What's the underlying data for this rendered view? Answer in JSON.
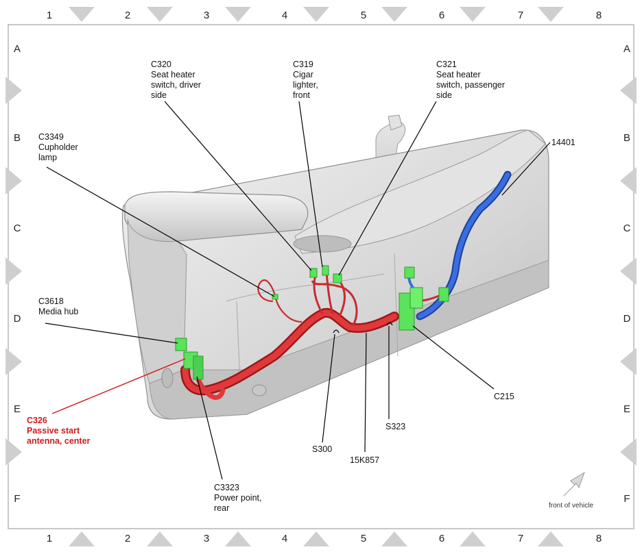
{
  "grid": {
    "columns": [
      "1",
      "2",
      "3",
      "4",
      "5",
      "6",
      "7",
      "8"
    ],
    "rows": [
      "A",
      "B",
      "C",
      "D",
      "E",
      "F"
    ]
  },
  "callouts": {
    "c320": [
      "C320",
      "Seat heater",
      "switch, driver",
      "side"
    ],
    "c319": [
      "C319",
      "Cigar",
      "lighter,",
      "front"
    ],
    "c321": [
      "C321",
      "Seat heater",
      "switch, passenger",
      "side"
    ],
    "c3349": [
      "C3349",
      "Cupholder",
      "lamp"
    ],
    "id14401": [
      "14401"
    ],
    "c3618": [
      "C3618",
      "Media hub"
    ],
    "c326": [
      "C326",
      "Passive start",
      "antenna, center"
    ],
    "c3323": [
      "C3323",
      "Power point,",
      "rear"
    ],
    "s300": [
      "S300"
    ],
    "k857": [
      "15K857"
    ],
    "s323": [
      "S323"
    ],
    "c215": [
      "C215"
    ]
  },
  "orientation": {
    "label": "front of vehicle"
  },
  "colors": {
    "harness_red": "#d8262b",
    "harness_blue": "#2f5fd0",
    "connector_green": "#5be35b",
    "callout_red": "#d11a1a",
    "console_gray": "#d9d9d9",
    "frame_gray": "#c8c8c8"
  }
}
